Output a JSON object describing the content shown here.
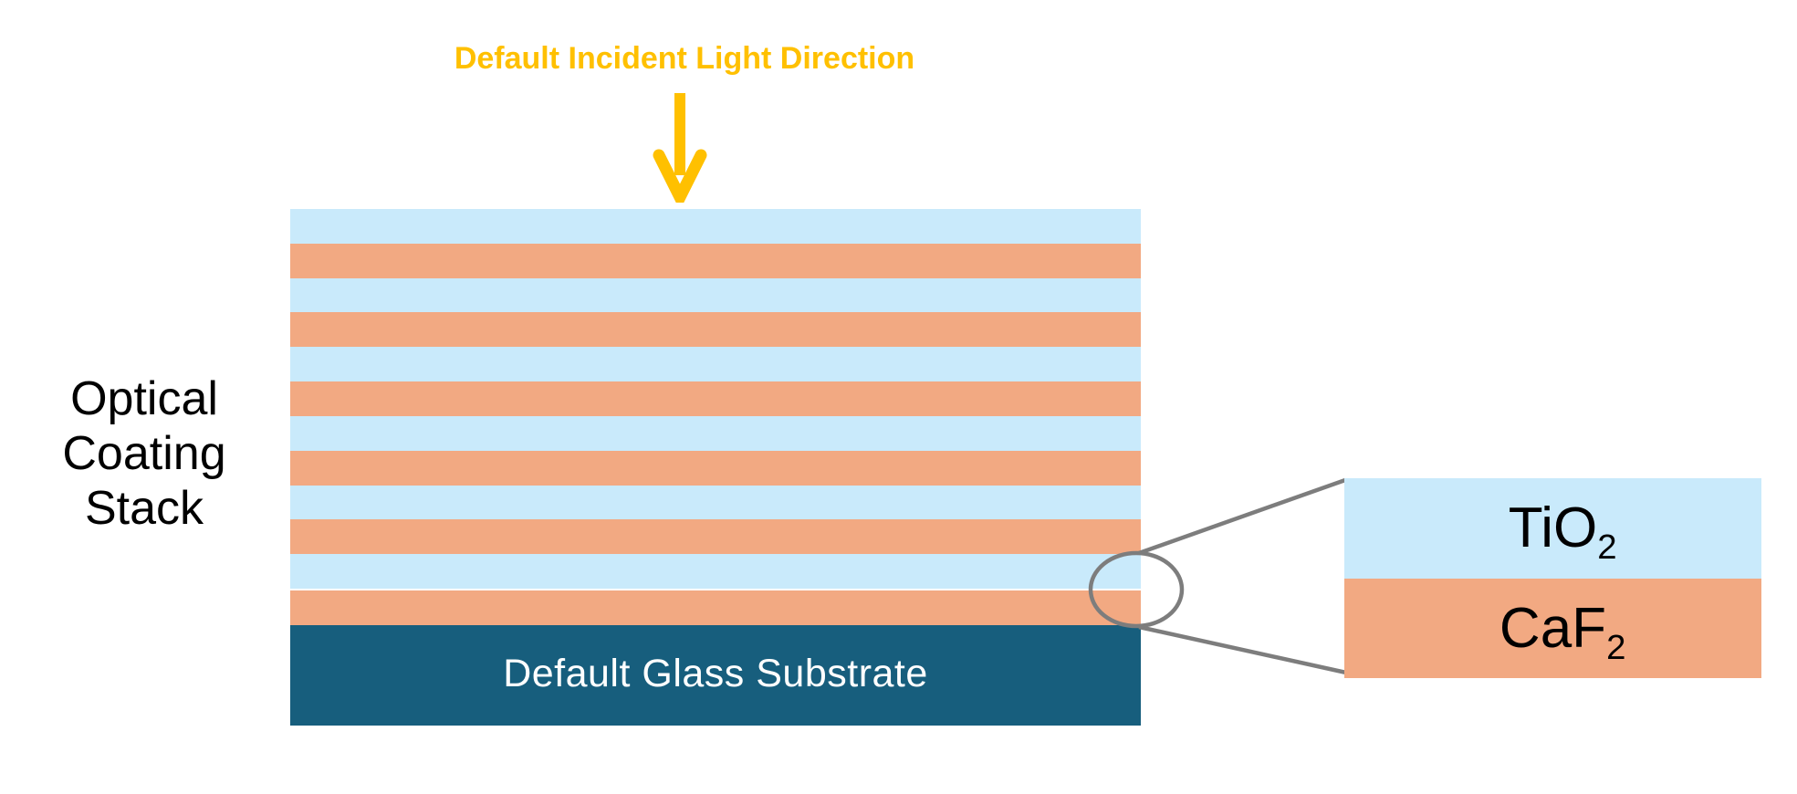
{
  "title": {
    "text": "Default Incident Light Direction"
  },
  "stack_label": {
    "lines": [
      "Optical",
      "Coating",
      "Stack"
    ]
  },
  "stack": {
    "layers": [
      {
        "material": "TiO2"
      },
      {
        "material": "CaF2"
      },
      {
        "material": "TiO2"
      },
      {
        "material": "CaF2"
      },
      {
        "material": "TiO2"
      },
      {
        "material": "CaF2"
      },
      {
        "material": "TiO2"
      },
      {
        "material": "CaF2"
      },
      {
        "material": "TiO2"
      },
      {
        "material": "CaF2"
      },
      {
        "material": "TiO2"
      },
      {
        "material": "CaF2"
      }
    ]
  },
  "substrate": {
    "label": "Default Glass Substrate"
  },
  "detail": {
    "top": {
      "formula": "TiO",
      "subscript": "2"
    },
    "bottom": {
      "formula": "CaF",
      "subscript": "2"
    }
  },
  "colors": {
    "tio2": "#C9EAFB",
    "caf2": "#F2A982",
    "substrate": "#175E7D",
    "accent": "#FFC000",
    "callout": "#7D7D7D",
    "label_text": "#000000",
    "substrate_text": "#FFFFFF"
  }
}
